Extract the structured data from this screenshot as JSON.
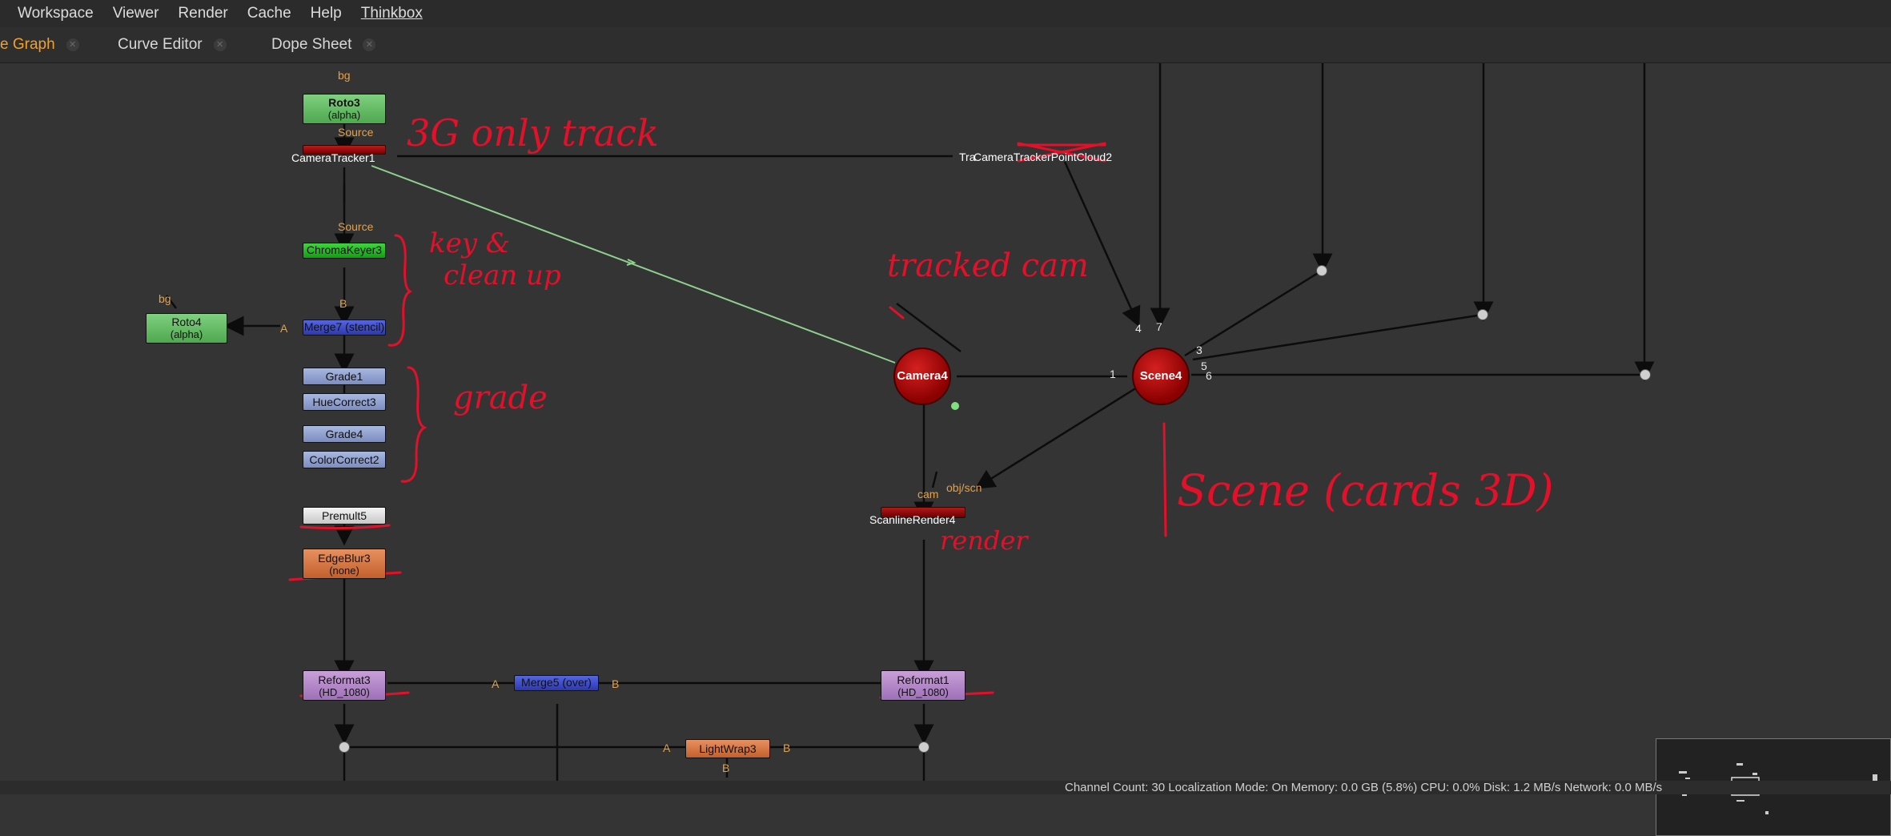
{
  "menu": {
    "items": [
      "Workspace",
      "Viewer",
      "Render",
      "Cache",
      "Help",
      "Thinkbox"
    ]
  },
  "tabs": [
    {
      "label": "e Graph",
      "active": true
    },
    {
      "label": "Curve Editor",
      "active": false
    },
    {
      "label": "Dope Sheet",
      "active": false
    }
  ],
  "nodes": {
    "roto3": {
      "name": "Roto3",
      "sub": "(alpha)"
    },
    "camera_tracker": {
      "name": "CameraTracker1"
    },
    "chroma_keyer": {
      "name": "ChromaKeyer3"
    },
    "roto4": {
      "name": "Roto4",
      "sub": "(alpha)"
    },
    "merge7": {
      "name": "Merge7 (stencil)"
    },
    "grade1": {
      "name": "Grade1"
    },
    "hue_correct": {
      "name": "HueCorrect3"
    },
    "grade4": {
      "name": "Grade4"
    },
    "color_correct": {
      "name": "ColorCorrect2"
    },
    "premult": {
      "name": "Premult5"
    },
    "edge_blur": {
      "name": "EdgeBlur3",
      "sub": "(none)"
    },
    "reformat3": {
      "name": "Reformat3",
      "sub": "(HD_1080)"
    },
    "merge5": {
      "name": "Merge5 (over)"
    },
    "reformat1": {
      "name": "Reformat1",
      "sub": "(HD_1080)"
    },
    "lightwrap": {
      "name": "LightWrap3"
    },
    "camera4": {
      "name": "Camera4"
    },
    "scene4": {
      "name": "Scene4"
    },
    "scanline": {
      "name": "ScanlineRender4"
    },
    "pointcloud": {
      "name": "CameraTrackerPointCloud2",
      "prefix": "Tra"
    }
  },
  "ports": {
    "bg": "bg",
    "source": "Source",
    "b": "B",
    "a": "A",
    "cam": "cam",
    "obj_scn": "obj/scn",
    "n1": "1",
    "n3": "3",
    "n4": "4",
    "n5": "5",
    "n6": "6",
    "n7": "7"
  },
  "annotations": {
    "bg_track": "3G only track",
    "key_clean_1": "key &",
    "key_clean_2": "clean up",
    "grade": "grade",
    "tracked_cam": "tracked cam",
    "render": "render",
    "scene": "Scene (cards 3D)"
  },
  "colors": {
    "annotation": "#e3102a",
    "pipe": "#0c0c0c",
    "camera_link": "#8fd08f",
    "active_tab": "#f0a030"
  },
  "status": {
    "text": "Channel Count: 30  Localization Mode: On  Memory: 0.0 GB (5.8%)  CPU: 0.0%  Disk: 1.2 MB/s  Network: 0.0 MB/s"
  }
}
